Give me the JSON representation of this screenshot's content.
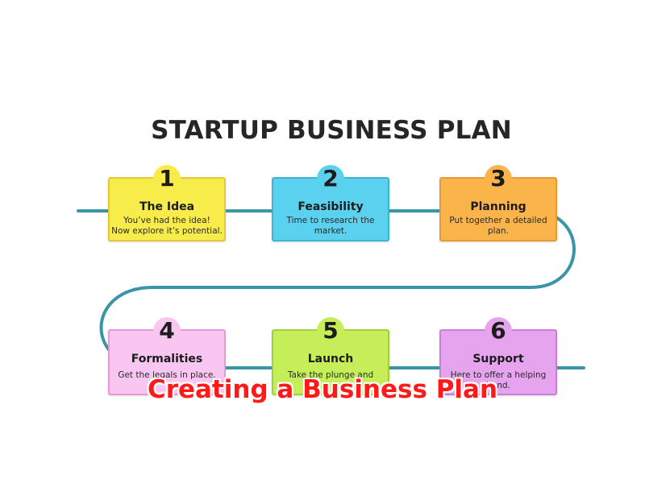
{
  "diagram": {
    "title": "STARTUP BUSINESS PLAN",
    "line_color": "#3b95a8",
    "steps": [
      {
        "number": "1",
        "title": "The Idea",
        "desc_line1": "You’ve had the idea!",
        "desc_line2": "Now explore it’s potential.",
        "fill": "#f8ec4a",
        "border": "#e3c93a",
        "badge": "#f8ec4a"
      },
      {
        "number": "2",
        "title": "Feasibility",
        "desc_line1": "Time to research the",
        "desc_line2": "market.",
        "fill": "#5ad1ee",
        "border": "#3fb3d4",
        "badge": "#5ad1ee"
      },
      {
        "number": "3",
        "title": "Planning",
        "desc_line1": "Put together a detailed",
        "desc_line2": "plan.",
        "fill": "#fbb44a",
        "border": "#e89a33",
        "badge": "#fbb44a"
      },
      {
        "number": "4",
        "title": "Formalities",
        "desc_line1": "Get the legals in place.",
        "desc_line2": "",
        "fill": "#f8c6f0",
        "border": "#e39ad6",
        "badge": "#f8c6f0"
      },
      {
        "number": "5",
        "title": "Launch",
        "desc_line1": "Take the plunge and",
        "desc_line2": "",
        "fill": "#c5ee58",
        "border": "#9fd13a",
        "badge": "#c5ee58"
      },
      {
        "number": "6",
        "title": "Support",
        "desc_line1": "Here to offer a helping",
        "desc_line2": "hand.",
        "fill": "#e6a4ee",
        "border": "#c97fd6",
        "badge": "#e6a4ee"
      }
    ]
  },
  "overlay_caption": "Creating a Business Plan"
}
